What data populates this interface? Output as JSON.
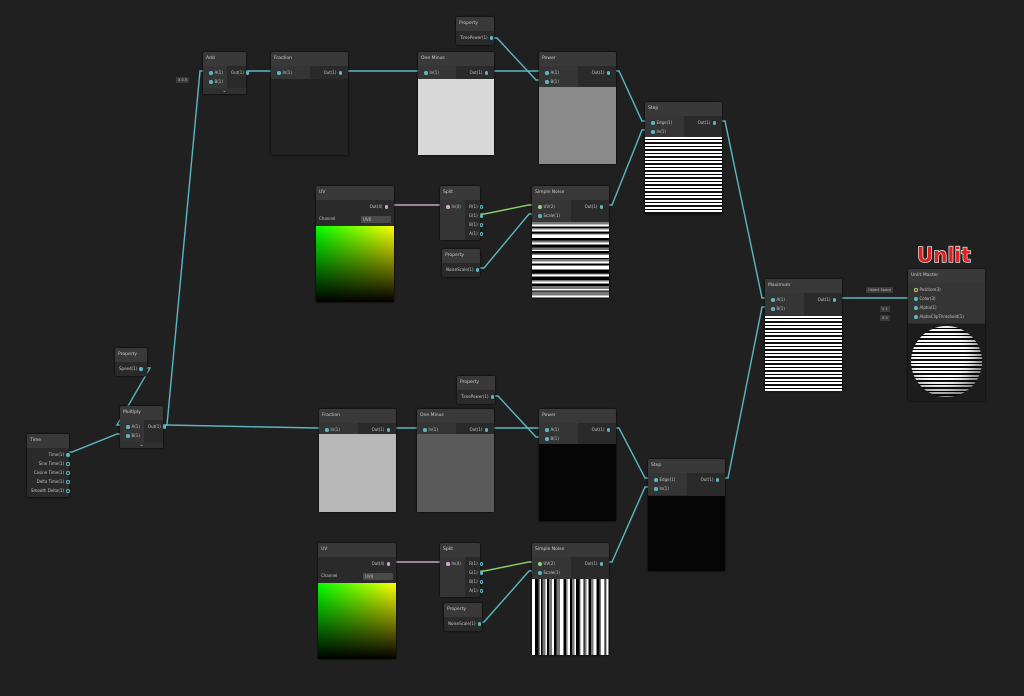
{
  "overlay_label": "Unlit",
  "colors": {
    "wire": "#5ab7c0",
    "wire_uv": "#c7a0c7",
    "wire_split": "#8ed26e",
    "background": "#202020",
    "label": "#e02020"
  },
  "nodes": {
    "add": {
      "title": "Add",
      "inputs": [
        "A(1)",
        "B(1)"
      ],
      "outputs": [
        "Out(1)"
      ],
      "expand": "⌄"
    },
    "fraction_top": {
      "title": "Fraction",
      "inputs": [
        "In(1)"
      ],
      "outputs": [
        "Out(1)"
      ],
      "preview": "dark"
    },
    "property_timepower_top": {
      "title": "Property",
      "outputs": [
        "TimePower(1)"
      ]
    },
    "one_minus_top": {
      "title": "One Minus",
      "inputs": [
        "In(1)"
      ],
      "outputs": [
        "Out(1)"
      ],
      "preview": "light-gray"
    },
    "power_top": {
      "title": "Power",
      "inputs": [
        "A(1)",
        "B(1)"
      ],
      "outputs": [
        "Out(1)"
      ],
      "preview": "mid-gray"
    },
    "step_top": {
      "title": "Step",
      "inputs": [
        "Edge(1)",
        "In(1)"
      ],
      "outputs": [
        "Out(1)"
      ],
      "preview": "horizontal-stripes"
    },
    "uv_top": {
      "title": "UV",
      "outputs": [
        "Out(4)"
      ],
      "channel_label": "Channel",
      "channel_value": "UV0",
      "preview": "uv-gradient"
    },
    "split_top": {
      "title": "Split",
      "inputs": [
        "In(4)"
      ],
      "outputs": [
        "R(1)",
        "G(1)",
        "B(1)",
        "A(1)"
      ]
    },
    "property_noisescale_top": {
      "title": "Property",
      "outputs": [
        "NoiseScale(1)"
      ]
    },
    "simple_noise_top": {
      "title": "Simple Noise",
      "inputs": [
        "UV(2)",
        "Scale(1)"
      ],
      "outputs": [
        "Out(1)"
      ],
      "preview": "horizontal-noise"
    },
    "maximum": {
      "title": "Maximum",
      "inputs": [
        "A(1)",
        "B(1)"
      ],
      "outputs": [
        "Out(1)"
      ],
      "preview": "horizontal-stripes"
    },
    "unlit_master": {
      "title": "Unlit Master",
      "inputs": [
        "Position(3)",
        "Color(3)",
        "Alpha(1)",
        "AlphaClipThreshold(1)"
      ],
      "preview": "striped-sphere"
    },
    "property_speed": {
      "title": "Property",
      "outputs": [
        "Speed(1)"
      ]
    },
    "multiply": {
      "title": "Multiply",
      "inputs": [
        "A(1)",
        "B(1)"
      ],
      "outputs": [
        "Out(1)"
      ],
      "expand": "⌄"
    },
    "time": {
      "title": "Time",
      "outputs": [
        "Time(1)",
        "Sine Time(1)",
        "Cosine Time(1)",
        "Delta Time(1)",
        "Smooth Delta(1)"
      ]
    },
    "fraction_bottom": {
      "title": "Fraction",
      "inputs": [
        "In(1)"
      ],
      "outputs": [
        "Out(1)"
      ],
      "preview": "light-gray2"
    },
    "property_timepower_bottom": {
      "title": "Property",
      "outputs": [
        "TimePower(1)"
      ]
    },
    "one_minus_bottom": {
      "title": "One Minus",
      "inputs": [
        "In(1)"
      ],
      "outputs": [
        "Out(1)"
      ],
      "preview": "dark-gray"
    },
    "power_bottom": {
      "title": "Power",
      "inputs": [
        "A(1)",
        "B(1)"
      ],
      "outputs": [
        "Out(1)"
      ],
      "preview": "black"
    },
    "step_bottom": {
      "title": "Step",
      "inputs": [
        "Edge(1)",
        "In(1)"
      ],
      "outputs": [
        "Out(1)"
      ],
      "preview": "black"
    },
    "uv_bottom": {
      "title": "UV",
      "outputs": [
        "Out(4)"
      ],
      "channel_label": "Channel",
      "channel_value": "UV0",
      "preview": "uv-gradient"
    },
    "split_bottom": {
      "title": "Split",
      "inputs": [
        "In(4)"
      ],
      "outputs": [
        "R(1)",
        "G(1)",
        "B(1)",
        "A(1)"
      ]
    },
    "property_noisescale_bottom": {
      "title": "Property",
      "outputs": [
        "NoiseScale(1)"
      ]
    },
    "simple_noise_bottom": {
      "title": "Simple Noise",
      "inputs": [
        "UV(2)",
        "Scale(1)"
      ],
      "outputs": [
        "Out(1)"
      ],
      "preview": "vertical-noise"
    }
  },
  "inline_inputs": {
    "add_b": "X 0.5",
    "position": "Object Space",
    "alpha": "X 1",
    "alpha_clip": "X 0"
  }
}
